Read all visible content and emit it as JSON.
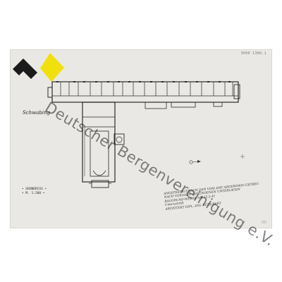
{
  "sheet": {
    "stamp_top_right": "3000 1380.1",
    "stamp_bottom_right": "□□"
  },
  "scale_note": {
    "line1": "• GRUNDRISS •",
    "line2": "• M. 1:200 •"
  },
  "annotation": {
    "line1": "ANGEFERTIGT NACH DEN VOM AMT ARGEROWIG GETREU",
    "line2": "NACH VORGANG GEFUNDENEN UNTERLAGEN",
    "line3": "BAUGRUND-WERKE AM 15.5.41",
    "line4": "Unterschrift",
    "line5": "ARCHITEKT  DIPL.-ING. SCHUBERT"
  },
  "logo": {
    "text": "Schwabing"
  },
  "watermark": {
    "text": "Deutscher Bergenvereinigung e.V."
  },
  "colors": {
    "paper": "#e9e8e4",
    "ink": "#2b2b2b",
    "logo_black": "#1b1b1b",
    "logo_yellow": "#f1e10a"
  },
  "icons": [
    "logo-mark-icon",
    "north-arrow-icon",
    "compass-icon"
  ]
}
